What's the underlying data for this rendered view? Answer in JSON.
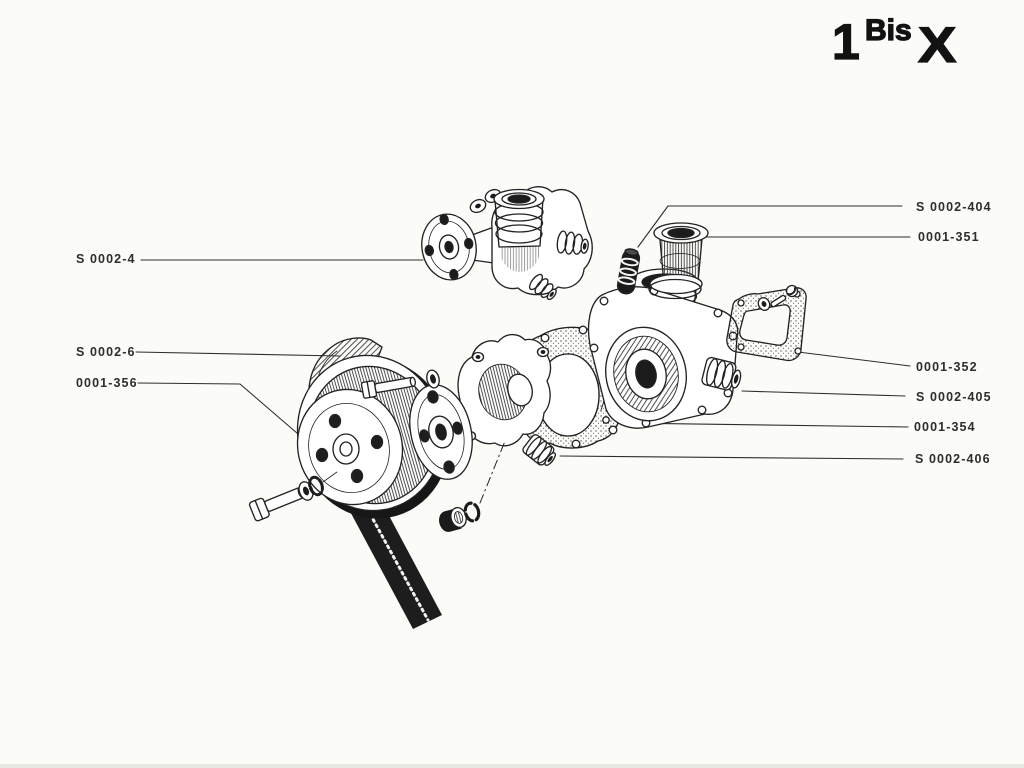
{
  "page": {
    "background": "#fbfbf8",
    "ink": "#232323"
  },
  "header": {
    "figure_number": "1",
    "figure_suffix": "Bis",
    "figure_series": "X"
  },
  "labels": [
    {
      "id": "s-0002-4",
      "text": "S 0002-4",
      "side": "left"
    },
    {
      "id": "s-0002-6",
      "text": "S 0002-6",
      "side": "left"
    },
    {
      "id": "0001-356",
      "text": "0001-356",
      "side": "left"
    },
    {
      "id": "s-0002-404",
      "text": "S 0002-404",
      "side": "right"
    },
    {
      "id": "0001-351",
      "text": "0001-351",
      "side": "right"
    },
    {
      "id": "0001-352",
      "text": "0001-352",
      "side": "right"
    },
    {
      "id": "s-0002-405",
      "text": "S 0002-405",
      "side": "right"
    },
    {
      "id": "0001-354",
      "text": "0001-354",
      "side": "right"
    },
    {
      "id": "s-0002-406",
      "text": "S 0002-406",
      "side": "right"
    }
  ]
}
